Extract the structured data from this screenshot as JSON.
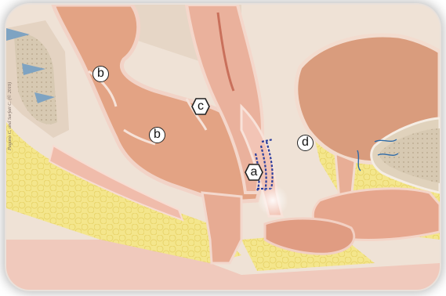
{
  "labels": {
    "b_top": "b",
    "b_mid": "b",
    "c": "c",
    "a": "a",
    "d": "d"
  },
  "credit": "Pagano C. and Sarfati C. (© 2019)",
  "colors": {
    "background_beige": "#efe2d6",
    "fat_yellow": "#f3e58a",
    "muscle_salmon": "#e8a48a",
    "organ_pink": "#eab7a6",
    "bladder_orange": "#d79a7a",
    "mesh_blue": "#2a3d9c",
    "bone_tan": "#d9cbb4"
  }
}
